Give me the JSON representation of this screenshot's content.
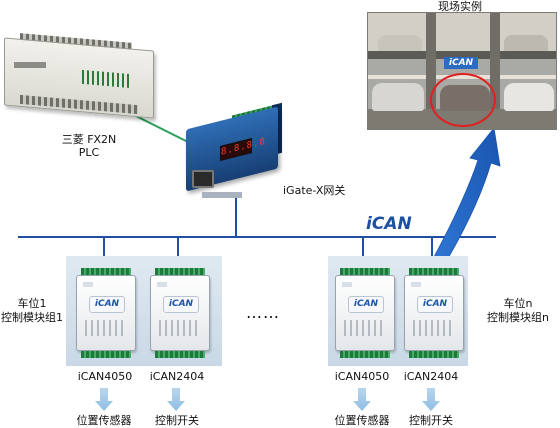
{
  "plc": {
    "label_line1": "三菱 FX2N",
    "label_line2": "PLC"
  },
  "gateway": {
    "label": "iGate-X网关",
    "display_text": "8.8.8.8"
  },
  "photo": {
    "title": "现场实例",
    "logo_text": "iCAN"
  },
  "bus": {
    "label": "iCAN"
  },
  "groups": [
    {
      "label_line1": "车位1",
      "label_line2": "控制模块组1"
    },
    {
      "label_line1": "车位n",
      "label_line2": "控制模块组n"
    }
  ],
  "modules": [
    {
      "logo": "iCAN",
      "name": "iCAN4050",
      "device": "位置传感器"
    },
    {
      "logo": "iCAN",
      "name": "iCAN2404",
      "device": "控制开关"
    },
    {
      "logo": "iCAN",
      "name": "iCAN4050",
      "device": "位置传感器"
    },
    {
      "logo": "iCAN",
      "name": "iCAN2404",
      "device": "控制开关"
    }
  ],
  "ellipsis": "……",
  "colors": {
    "bus_line": "#1f4fa0",
    "plc_link": "#2aa05a",
    "arrow": "#1d63c6",
    "group_bg": "#d7e3ee"
  }
}
